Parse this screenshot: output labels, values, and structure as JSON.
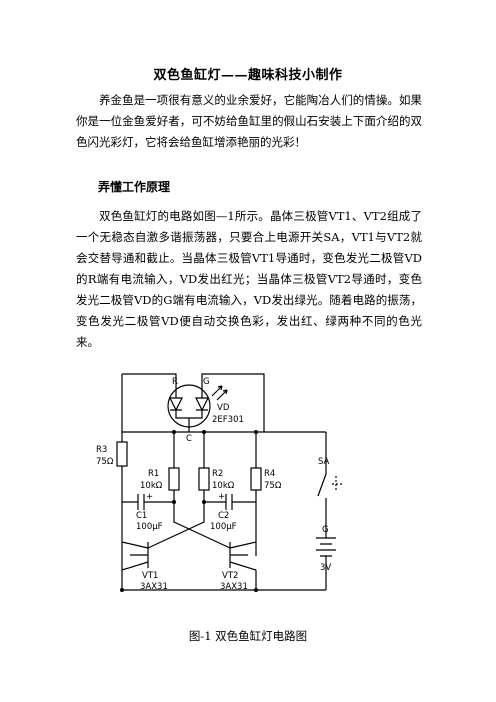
{
  "document": {
    "title": "双色鱼缸灯——趣味科技小制作",
    "intro": "养金鱼是一项很有意义的业余爱好，它能陶冶人们的情操。如果你是一位金鱼爱好者，可不妨给鱼缸里的假山石安装上下面介绍的双色闪光彩灯，它将会给鱼缸增添艳丽的光彩！",
    "section_heading": "弄懂工作原理",
    "principle": "双色鱼缸灯的电路如图—1所示。晶体三极管VT1、VT2组成了一个无稳态自激多谐振荡器，只要合上电源开关SA，VT1与VT2就会交替导通和截止。当晶体三极管VT1导通时，变色发光二极管VD的R端有电流输入，VD发出红光；当晶体三极管VT2导通时，变色发光二极管VD的G端有电流输入，VD发出绿光。随着电路的振荡，变色发光二极管VD便自动交换色彩，发出红、绿两种不同的色光来。",
    "caption": "图-1  双色鱼缸灯电路图"
  },
  "schematic": {
    "labels": {
      "r_pin": "R",
      "g_pin": "G",
      "c_pin": "C",
      "vd": "VD",
      "vd_part": "2EF301",
      "r3": "R3",
      "r3_val": "75Ω",
      "r1": "R1",
      "r1_val": "10kΩ",
      "r2": "R2",
      "r2_val": "10kΩ",
      "r4": "R4",
      "r4_val": "75Ω",
      "sa": "SA",
      "c1": "C1",
      "c1_val": "100μF",
      "c2": "C2",
      "c2_val": "100μF",
      "plus1": "+",
      "plus2": "+",
      "g_batt": "G",
      "batt_val": "3V",
      "vt1": "VT1",
      "vt1_part": "3AX31",
      "vt2": "VT2",
      "vt2_part": "3AX31"
    }
  }
}
